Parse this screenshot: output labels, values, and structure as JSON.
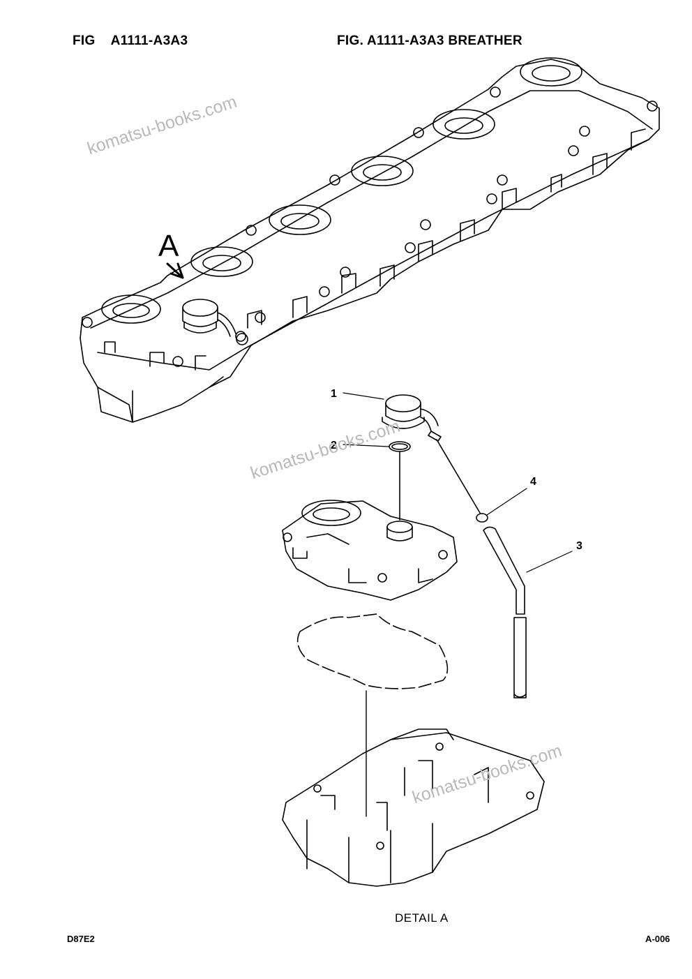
{
  "header": {
    "fig_prefix": "FIG",
    "fig_code": "A1111-A3A3",
    "title": "FIG. A1111-A3A3 BREATHER"
  },
  "view_marker": "A",
  "callouts": [
    {
      "num": "1"
    },
    {
      "num": "2"
    },
    {
      "num": "3"
    },
    {
      "num": "4"
    }
  ],
  "detail_caption": "DETAIL A",
  "footer": {
    "model": "D87E2",
    "page": "A-006"
  },
  "watermarks": [
    "komatsu-books.com",
    "komatsu-books.com",
    "komatsu-books.com"
  ]
}
